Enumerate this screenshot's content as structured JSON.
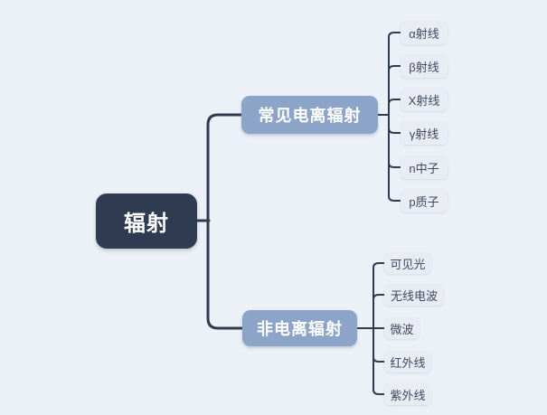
{
  "canvas": {
    "background": "#ecf1f8"
  },
  "colors": {
    "root_bg": "#2e3b50",
    "root_text": "#ffffff",
    "branch_bg": "#8ba4c7",
    "branch_text": "#ffffff",
    "leaf_bg": "#e9ecf3",
    "leaf_text": "#3f4a61",
    "connector": "#2e3b50"
  },
  "mindmap": {
    "root": {
      "label": "辐射"
    },
    "branches": [
      {
        "label": "常见电离辐射",
        "children": [
          {
            "label": "α射线"
          },
          {
            "label": "β射线"
          },
          {
            "label": "X射线"
          },
          {
            "label": "γ射线"
          },
          {
            "label": "n中子"
          },
          {
            "label": "p质子"
          }
        ]
      },
      {
        "label": "非电离辐射",
        "children": [
          {
            "label": "可见光"
          },
          {
            "label": "无线电波"
          },
          {
            "label": "微波"
          },
          {
            "label": "红外线"
          },
          {
            "label": "紫外线"
          }
        ]
      }
    ]
  }
}
